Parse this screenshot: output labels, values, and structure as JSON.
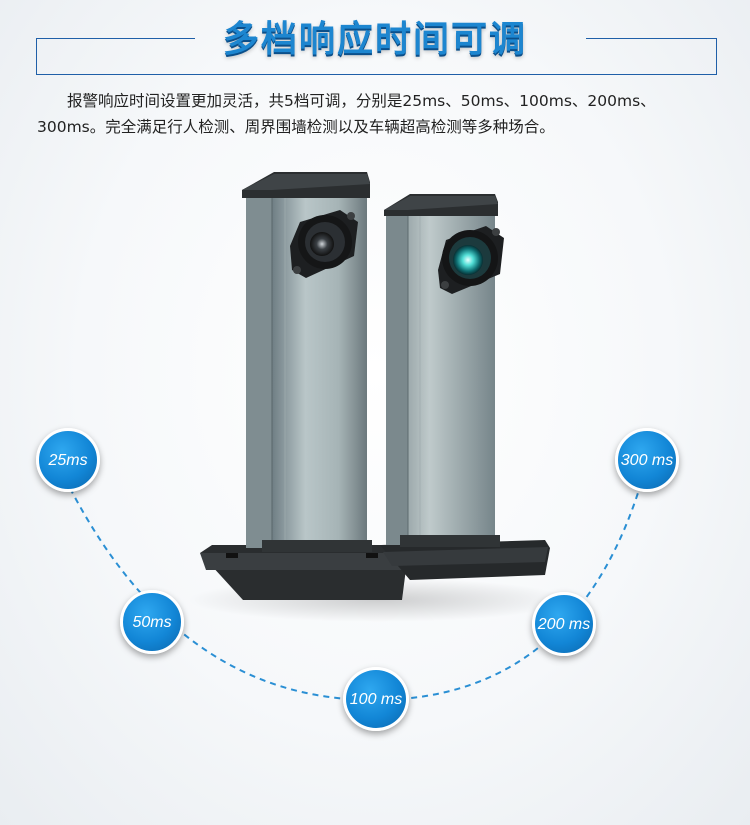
{
  "header": {
    "title": "多档响应时间可调"
  },
  "description": "报警响应时间设置更加灵活，共5档可调，分别是25ms、50ms、100ms、200ms、300ms。完全满足行人检测、周界围墙检测以及车辆超高检测等多种场合。",
  "levels": [
    {
      "label": "25ms"
    },
    {
      "label": "50ms"
    },
    {
      "label": "100 ms"
    },
    {
      "label": "200 ms"
    },
    {
      "label": "300 ms"
    }
  ],
  "colors": {
    "accent": "#1d86d0",
    "frame": "#1f5fa8",
    "bubble": "#1286d6",
    "dash": "#2a8fd4"
  },
  "product": {
    "icon": "infrared-beam-detector-pair"
  }
}
